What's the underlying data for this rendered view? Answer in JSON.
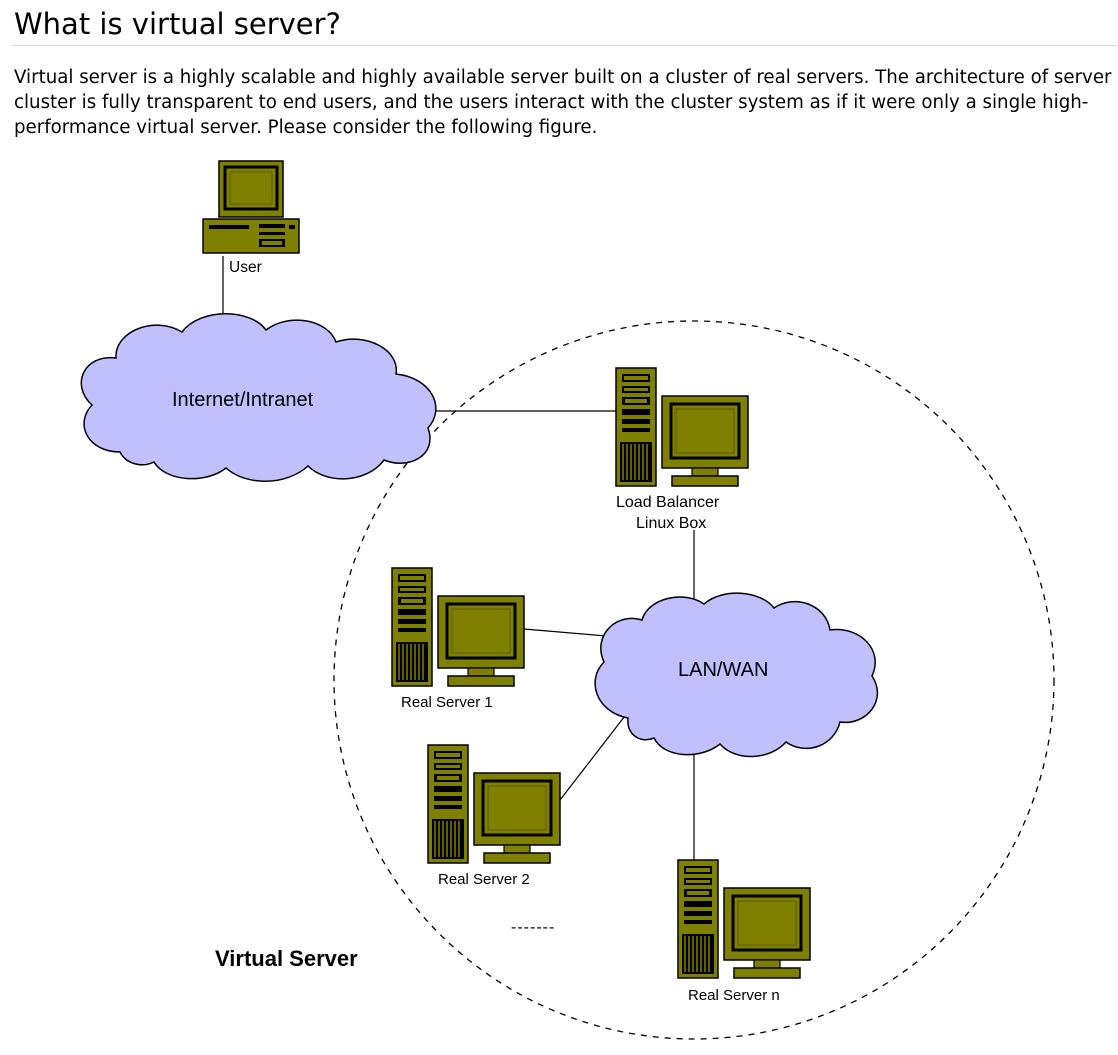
{
  "page": {
    "title": "What is virtual server?",
    "intro": "Virtual server is a highly scalable and highly available server built on a cluster of real servers. The architecture of server cluster is fully transparent to end users, and the users interact with the cluster system as if it were only a single high-performance virtual server. Please consider the following figure."
  },
  "figure": {
    "nodes": {
      "user": "User",
      "internet": "Internet/Intranet",
      "load_balancer_line1": "Load Balancer",
      "load_balancer_line2": "Linux Box",
      "lan": "LAN/WAN",
      "real_server_1": "Real Server 1",
      "real_server_2": "Real Server 2",
      "real_server_n": "Real Server n",
      "ellipsis": "-------"
    },
    "boundary_label": "Virtual Server",
    "colors": {
      "cloud_fill": "#c0c0ff",
      "computer_olive": "#808000",
      "computer_screen": "#808000",
      "computer_dark": "#000000",
      "line": "#000000"
    },
    "icons": [
      "desktop-computer-icon",
      "server-tower-icon",
      "cloud-shape"
    ]
  }
}
